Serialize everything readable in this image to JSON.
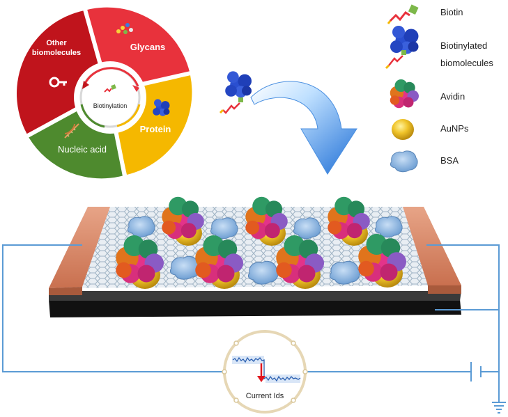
{
  "wheel": {
    "center": "Biotinylation",
    "segments": {
      "other": "Other biomolecules",
      "glycans": "Glycans",
      "protein": "Protein",
      "nucleic": "Nucleic acid"
    }
  },
  "legend": {
    "biotin": "Biotin",
    "biotinylated_1": "Biotinylated",
    "biotinylated_2": "biomolecules",
    "avidin": "Avidin",
    "aunps": "AuNPs",
    "bsa": "BSA"
  },
  "circuit": {
    "meter_label": "Current Ids"
  },
  "colors": {
    "red": "#e8323c",
    "dark_red": "#c0141c",
    "yellow": "#f5b800",
    "green": "#4e8a2e",
    "electrode": "#d9876a",
    "wire": "#5b9bd5",
    "gold": "#e8b820",
    "bsa": "#9ec3e8"
  }
}
